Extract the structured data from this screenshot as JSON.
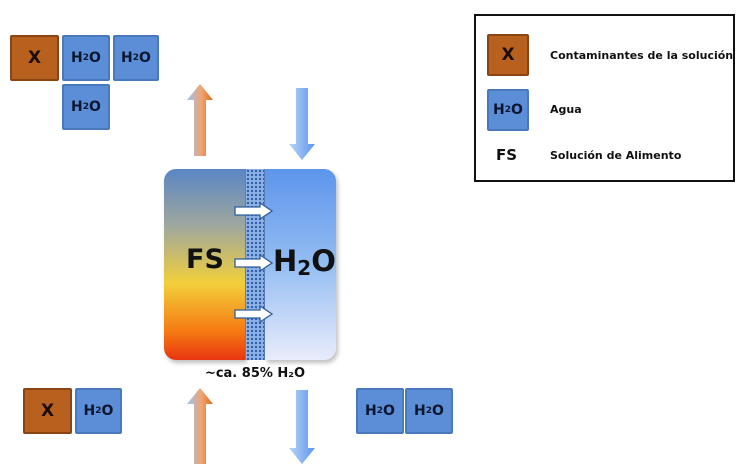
{
  "legend": {
    "contaminant_symbol": "X",
    "contaminant_label": "Contaminantes de la solución",
    "water_symbol": "H",
    "water_sub": "2",
    "water_tail": "O",
    "water_label": "Agua",
    "feed_symbol": "FS",
    "feed_label": "Solución de Alimento"
  },
  "chamber": {
    "feed_label": "FS",
    "draw_label_h": "H",
    "draw_label_sub": "2",
    "draw_label_o": "O",
    "caption": "~ca. 85% H₂O"
  },
  "colors": {
    "water_tile": "#5b8ed6",
    "contaminant_tile": "#b8601e",
    "membrane": "#8fb3e6"
  }
}
